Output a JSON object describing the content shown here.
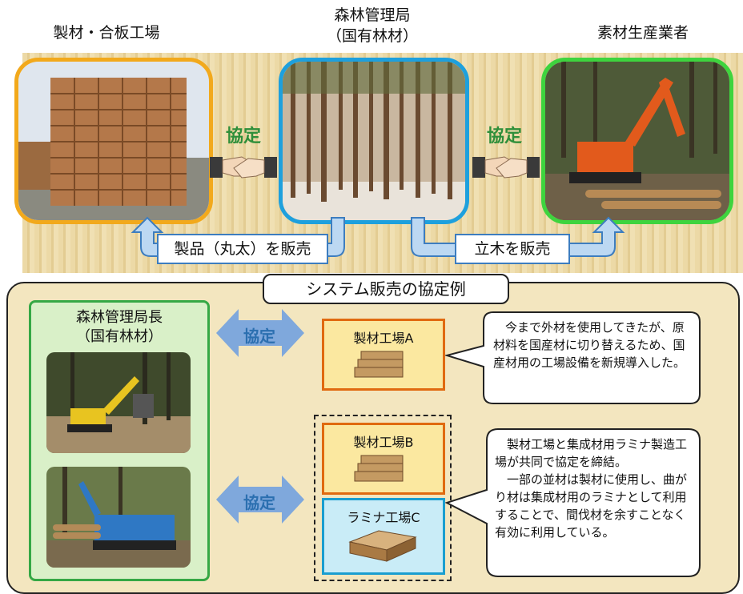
{
  "top": {
    "left_title": "製材・合板工場",
    "center_title": "森林管理局",
    "center_subtitle": "（国有林材）",
    "right_title": "素材生産業者",
    "agreement_left": "協定",
    "agreement_right": "協定",
    "flow_left": "製品（丸太）を販売",
    "flow_right": "立木を販売"
  },
  "system": {
    "title": "システム販売の協定例",
    "left_panel_title": "森林管理局長",
    "left_panel_subtitle": "（国有林材）",
    "agreement_a": "協定",
    "agreement_b": "協定",
    "factory_a": "製材工場A",
    "factory_b": "製材工場B",
    "factory_c": "ラミナ工場C",
    "bubble_a": "　今まで外材を使用してきたが、原材料を国産材に切り替えるため、国産材用の工場設備を新規導入した。",
    "bubble_b": "　製材工場と集成材用ラミナ製造工場が共同で協定を締結。\n　一部の並材は製材に使用し、曲がり材は集成材用のラミナとして利用することで、間伐材を余すことなく有効に利用している。"
  },
  "colors": {
    "frame_left": "#f2a91c",
    "frame_center": "#1ea0dd",
    "frame_right": "#3ed43e",
    "agreement_text": "#2f8f3a",
    "arrow_blue": "#bcd8f2",
    "arrow_outline": "#3d7dbf"
  }
}
